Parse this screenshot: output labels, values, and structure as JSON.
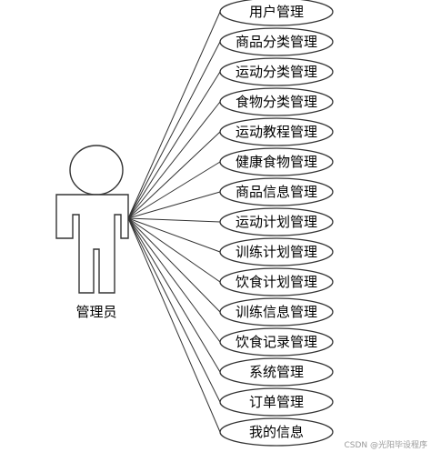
{
  "actor": {
    "label": "管理员"
  },
  "use_cases": [
    {
      "label": "用户管理"
    },
    {
      "label": "商品分类管理"
    },
    {
      "label": "运动分类管理"
    },
    {
      "label": "食物分类管理"
    },
    {
      "label": "运动教程管理"
    },
    {
      "label": "健康食物管理"
    },
    {
      "label": "商品信息管理"
    },
    {
      "label": "运动计划管理"
    },
    {
      "label": "训练计划管理"
    },
    {
      "label": "饮食计划管理"
    },
    {
      "label": "训练信息管理"
    },
    {
      "label": "饮食记录管理"
    },
    {
      "label": "系统管理"
    },
    {
      "label": "订单管理"
    },
    {
      "label": "我的信息"
    }
  ],
  "watermark": {
    "text": "CSDN @光阳毕设程序"
  }
}
